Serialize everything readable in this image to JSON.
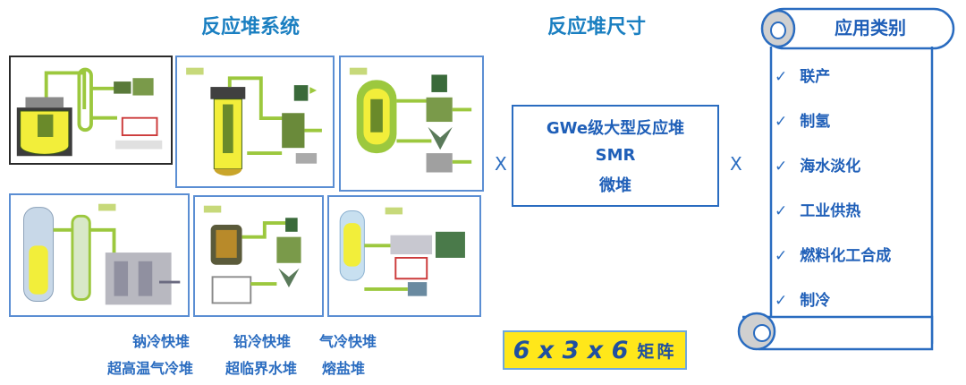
{
  "headings": {
    "reactor_systems": "反应堆系统",
    "reactor_sizes": "反应堆尺寸"
  },
  "multiply_symbol": "X",
  "reactor_types": [
    "钠冷快堆",
    "铅冷快堆",
    "气冷快堆",
    "超高温气冷堆",
    "超临界水堆",
    "熔盐堆"
  ],
  "sizes": [
    "GWe级大型反应堆",
    "SMR",
    "微堆"
  ],
  "matrix": {
    "numbers": "6 x 3 x 6",
    "word": "矩阵"
  },
  "applications": {
    "title": "应用类别",
    "items": [
      "联产",
      "制氢",
      "海水淡化",
      "工业供热",
      "燃料化工合成",
      "制冷"
    ]
  },
  "colors": {
    "heading_blue": "#1a7fc1",
    "text_blue": "#1f5fb8",
    "matrix_yellow": "#ffe71a",
    "diagram_green": "#9cc83e",
    "diagram_yellow": "#f2ee3a"
  },
  "check_icon": "check-icon"
}
